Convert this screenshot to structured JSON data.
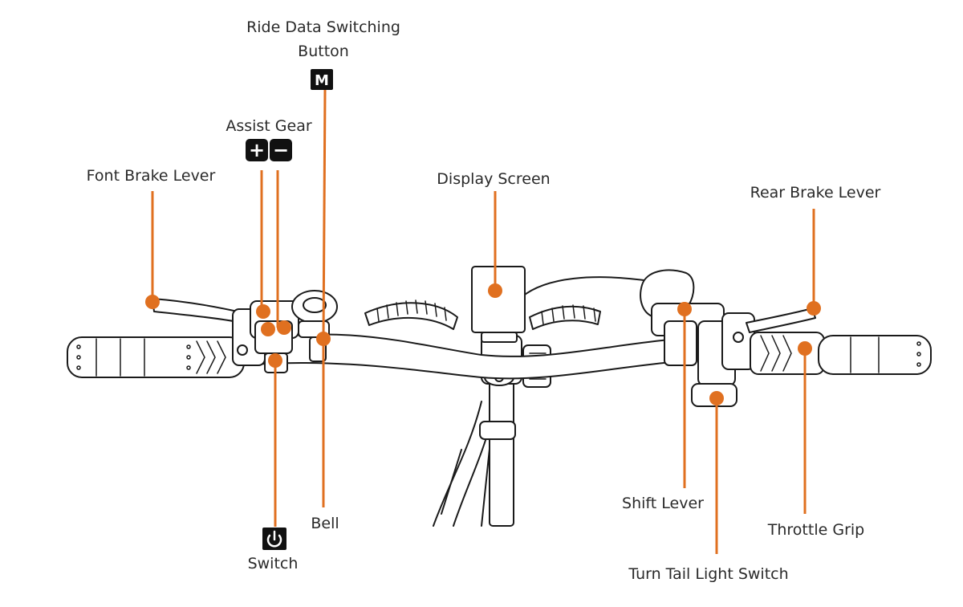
{
  "labels": {
    "ride_data_line1": "Ride Data Switching",
    "ride_data_line2": "Button",
    "ride_data_icon": "M",
    "assist_gear": "Assist Gear",
    "assist_plus_icon": "+",
    "assist_minus_icon": "−",
    "front_brake": "Font Brake Lever",
    "display_screen": "Display Screen",
    "rear_brake": "Rear Brake Lever",
    "shift_lever": "Shift Lever",
    "throttle_grip": "Throttle Grip",
    "turn_tail_light": "Turn Tail Light Switch",
    "bell": "Bell",
    "switch": "Switch"
  },
  "icons": {
    "ride_data": "m-button-icon",
    "assist_plus": "plus-icon",
    "assist_minus": "minus-icon",
    "switch": "power-icon"
  },
  "colors": {
    "accent": "#e07020",
    "ink": "#1a1a1a",
    "background": "#ffffff"
  }
}
